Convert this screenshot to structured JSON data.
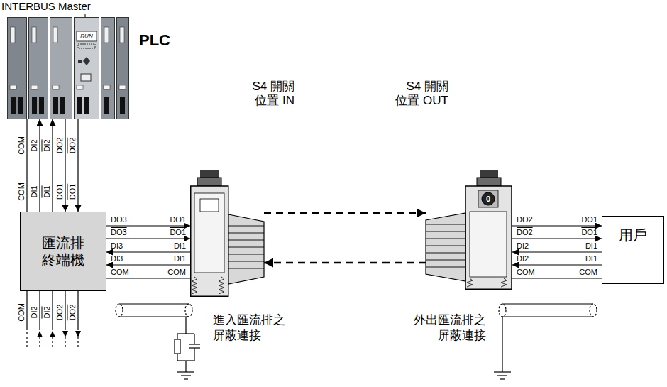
{
  "diagram": {
    "nodes": [
      {
        "text": [
          "INTERBUS Master",
          "PLC"
        ]
      },
      {
        "text": [
          "匯流排 終端機"
        ]
      },
      {
        "text": [
          "S4 開關 位置 IN"
        ]
      },
      {
        "text": [
          "S4 開關 位置 OUT"
        ]
      },
      {
        "text": [
          "用戶"
        ]
      }
    ],
    "edges": [
      {
        "from": 0,
        "to": 1,
        "arrow": "none"
      },
      {
        "from": 1,
        "to": 0,
        "arrow": "to"
      },
      {
        "from": 1,
        "to": 0,
        "arrow": "to"
      },
      {
        "from": 0,
        "to": 1,
        "arrow": "to"
      },
      {
        "from": 0,
        "to": 1,
        "arrow": "to"
      },
      {
        "from": 1,
        "to": 2,
        "arrow": "to"
      },
      {
        "from": 1,
        "to": 2,
        "arrow": "to"
      },
      {
        "from": 2,
        "to": 1,
        "arrow": "to"
      },
      {
        "from": 2,
        "to": 1,
        "arrow": "to"
      },
      {
        "from": 1,
        "to": 2,
        "arrow": "none"
      },
      {
        "from": 2,
        "to": 3,
        "arrow": "to"
      },
      {
        "from": 3,
        "to": 2,
        "arrow": "to"
      },
      {
        "from": 3,
        "to": 4,
        "arrow": "to"
      },
      {
        "from": 3,
        "to": 4,
        "arrow": "to"
      },
      {
        "from": 4,
        "to": 3,
        "arrow": "to"
      },
      {
        "from": 4,
        "to": 3,
        "arrow": "to"
      },
      {
        "from": 3,
        "to": 4,
        "arrow": "none"
      }
    ],
    "labels": [
      "COM",
      "DI2",
      "DI2",
      "DO2",
      "DO2",
      "COM",
      "DI1",
      "DI1",
      "DO1",
      "DO1",
      "COM",
      "DI2",
      "DI2",
      "DO2",
      "DO2",
      "DO3",
      "DO1",
      "DO3",
      "DO1",
      "DI3",
      "DI1",
      "DI3",
      "DI1",
      "COM",
      "COM",
      "DO2",
      "DO1",
      "DO2",
      "DO1",
      "DI2",
      "DI1",
      "DI2",
      "DI1",
      "COM",
      "COM",
      "進入匯流排之 屏蔽連接",
      "外出匯流排之 屏蔽連接",
      "0",
      "RUN"
    ]
  }
}
